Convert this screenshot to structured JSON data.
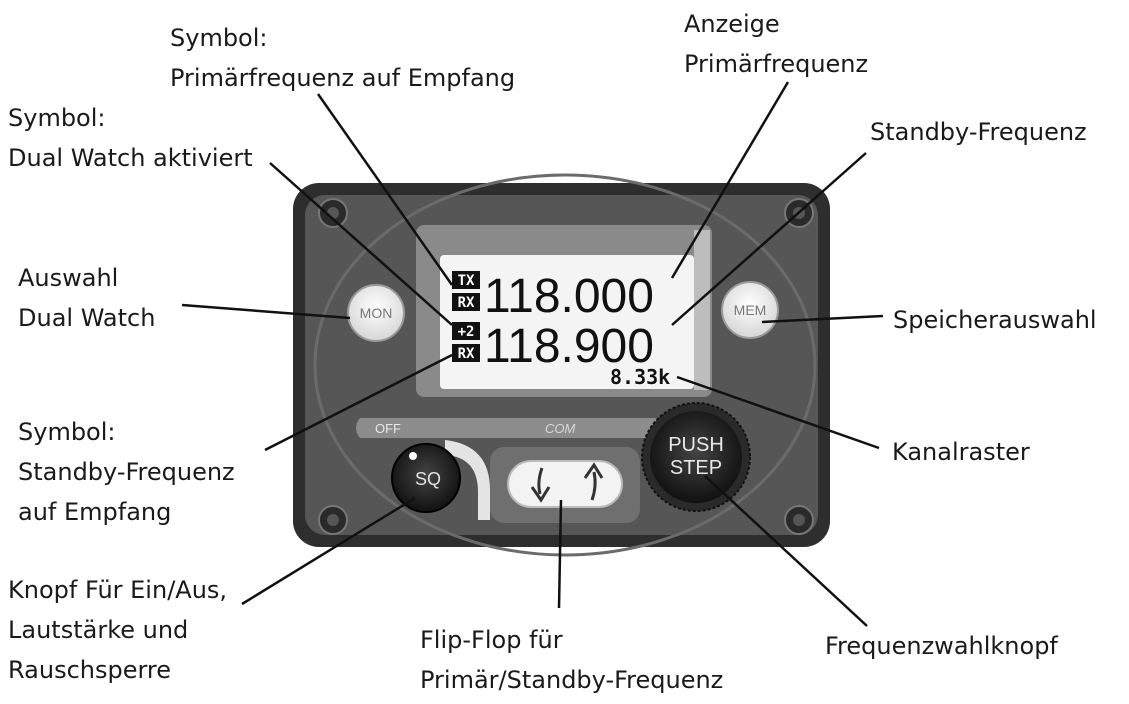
{
  "labels": {
    "rx_primary_symbol": [
      "Symbol:",
      "Primärfrequenz auf Empfang"
    ],
    "primary_display": [
      "Anzeige",
      "Primärfrequenz"
    ],
    "dual_watch_symbol": [
      "Symbol:",
      "Dual Watch aktiviert"
    ],
    "standby_frequency": "Standby-Frequenz",
    "dual_watch_select": [
      "Auswahl",
      "Dual Watch"
    ],
    "memory_select": "Speicherauswahl",
    "standby_rx_symbol": [
      "Symbol:",
      "Standby-Frequenz",
      "auf Empfang"
    ],
    "channel_spacing": "Kanalraster",
    "power_knob": [
      "Knopf Für Ein/Aus,",
      "Lautstärke und",
      "Rauschsperre"
    ],
    "flip_flop": [
      "Flip-Flop für",
      "Primär/Standby-Frequenz"
    ],
    "frequency_knob": "Frequenzwahlknopf"
  },
  "device": {
    "primary_frequency": "118.000",
    "standby_frequency": "118.900",
    "channel_spacing": "8.33k",
    "icon_tx": "TX",
    "icon_rx": "RX",
    "icon_dual": "+2",
    "icon_rx2": "RX",
    "mon_button": "MON",
    "mem_button": "MEM",
    "sq_knob": "SQ",
    "push_label": "PUSH",
    "step_label": "STEP",
    "off_label": "OFF",
    "com_label": "COM"
  },
  "colors": {
    "bezel": "#3c3c3c",
    "face": "#5a5a5a",
    "lcd": "#f4f4f4",
    "text": "#1a1a1a"
  }
}
